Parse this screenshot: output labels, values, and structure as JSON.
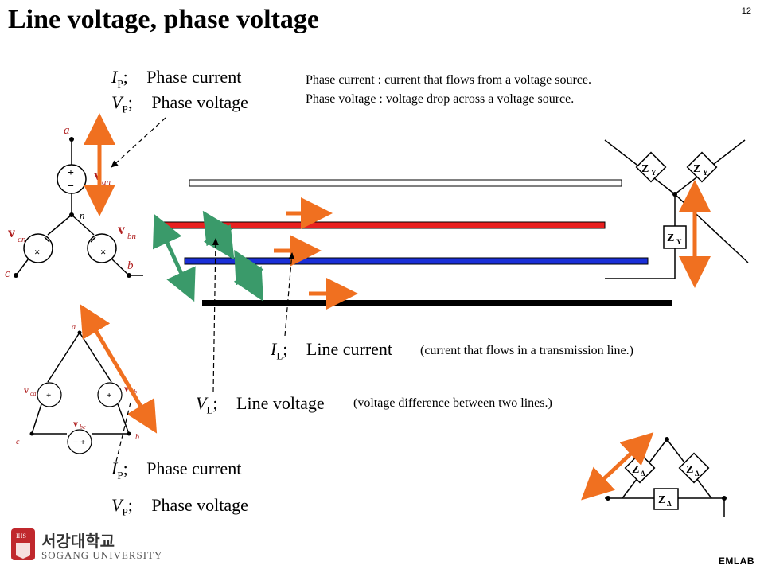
{
  "slide": {
    "title": "Line voltage, phase voltage",
    "page_number": "12",
    "footer_brand": "EMLAB"
  },
  "definitions": {
    "phase_current": "Phase current : current that flows from a voltage source.",
    "phase_voltage": "Phase voltage : voltage drop across a voltage source.",
    "line_current": "(current that flows in a transmission line.)",
    "line_voltage": "(voltage difference between two lines.)"
  },
  "labels": {
    "ip_symbol": "I",
    "ip_sub": "P",
    "vp_symbol": "V",
    "vp_sub": "P",
    "il_symbol": "I",
    "il_sub": "L",
    "vl_symbol": "V",
    "vl_sub": "L",
    "semicolon": ";",
    "phase_current": "Phase current",
    "phase_voltage": "Phase voltage",
    "line_current": "Line current",
    "line_voltage": "Line voltage"
  },
  "wye_source": {
    "node_a": "a",
    "node_b": "b",
    "node_c": "c",
    "node_n": "n",
    "v_an": "v",
    "v_an_sub": "an",
    "v_bn": "v",
    "v_bn_sub": "bn",
    "v_cn": "v",
    "v_cn_sub": "cn"
  },
  "delta_source": {
    "node_a": "a",
    "node_b": "b",
    "node_c": "c",
    "v_ab": "v",
    "v_ab_sub": "ab",
    "v_bc": "v",
    "v_bc_sub": "bc",
    "v_ca": "v",
    "v_ca_sub": "ca"
  },
  "loads": {
    "wye_impedance": "Z",
    "wye_sub": "Y",
    "delta_impedance": "Z",
    "delta_sub": "Δ"
  },
  "logo": {
    "korean": "서강대학교",
    "english": "SOGANG UNIVERSITY",
    "badge": "IHS"
  },
  "colors": {
    "orange": "#f07020",
    "green": "#3a9a6a",
    "red_line": "#e82020",
    "blue_line": "#1a2fd8",
    "black_line": "#000000",
    "logo_red": "#c0282d"
  }
}
